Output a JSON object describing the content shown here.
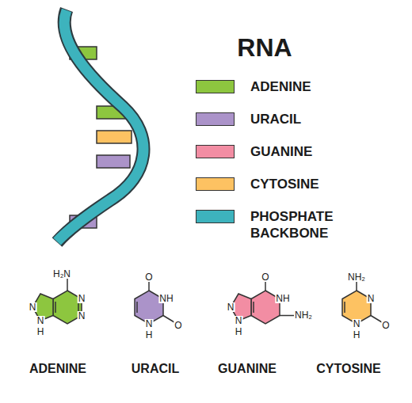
{
  "diagram": {
    "title": "RNA",
    "labels": [
      "H₂N",
      "N",
      "N",
      "N",
      "N",
      "H",
      "O",
      "NH",
      "O",
      "N",
      "H",
      "O",
      "NH",
      "NH₂",
      "N",
      "N",
      "H",
      "NH₂",
      "N",
      "O",
      "N",
      "H",
      "ADENINE",
      "URACIL",
      "GUANINE",
      "CYTOSINE"
    ],
    "legend": [
      {
        "text": "ADENINE",
        "color": "#8dc63f"
      },
      {
        "text": "URACIL",
        "color": "#ab93c9"
      },
      {
        "text": "GUANINE",
        "color": "#f28da3"
      },
      {
        "text": "CYTOSINE",
        "color": "#fdc262"
      },
      {
        "text": "PHOSPHATE BACKBONE",
        "color": "#3db3bd"
      }
    ]
  }
}
